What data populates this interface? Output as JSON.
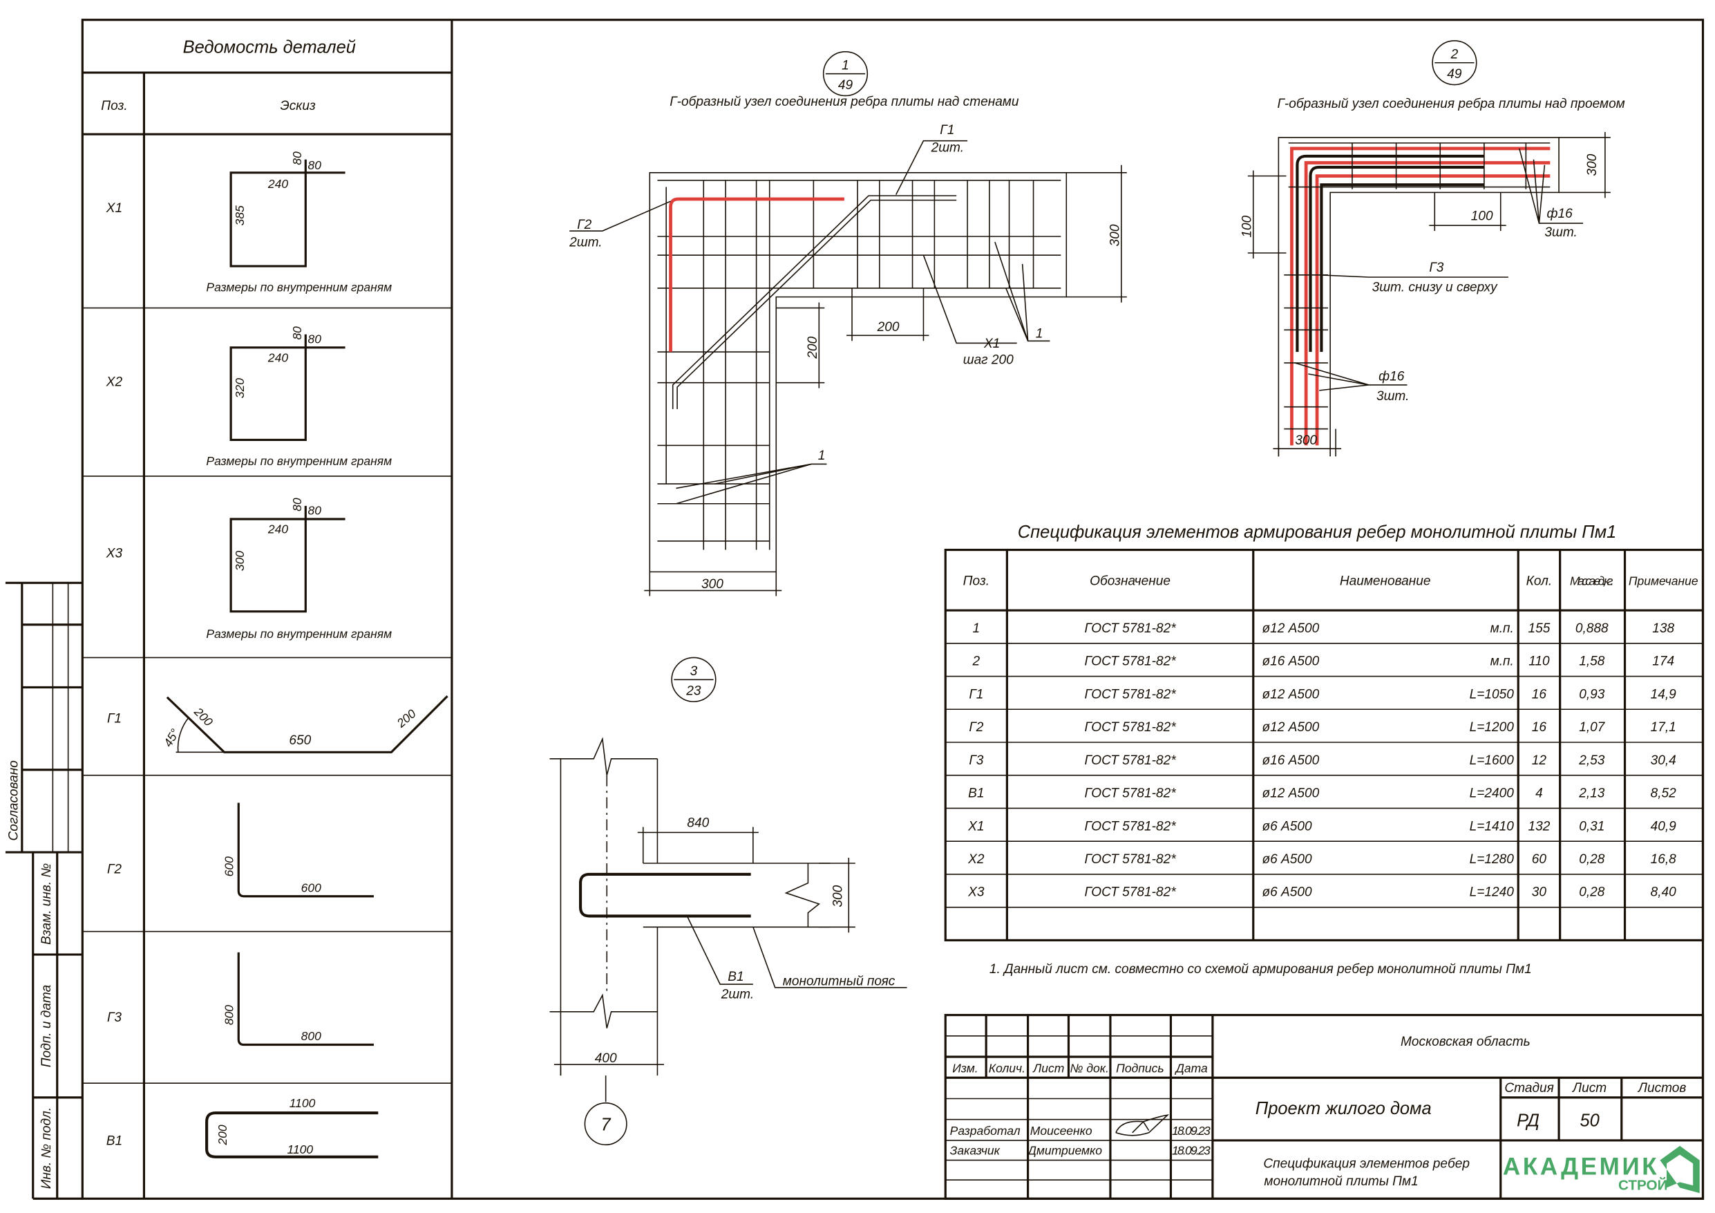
{
  "parts_list": {
    "title": "Ведомость деталей",
    "headers": [
      "Поз.",
      "Эскиз"
    ],
    "note": "Размеры по внутренним граням",
    "rows": [
      {
        "pos": "Х1",
        "dims": [
          "80",
          "80",
          "240",
          "385"
        ]
      },
      {
        "pos": "Х2",
        "dims": [
          "80",
          "80",
          "240",
          "320"
        ]
      },
      {
        "pos": "Х3",
        "dims": [
          "80",
          "80",
          "240",
          "300"
        ]
      },
      {
        "pos": "Г1",
        "dims": [
          "200",
          "650",
          "200",
          "45°"
        ]
      },
      {
        "pos": "Г2",
        "dims": [
          "600",
          "600"
        ]
      },
      {
        "pos": "Г3",
        "dims": [
          "800",
          "800"
        ]
      },
      {
        "pos": "В1",
        "dims": [
          "1100",
          "200",
          "1100"
        ]
      }
    ]
  },
  "side_stamp": {
    "agreed": "Согласовано",
    "replace": "Взам. инв. №",
    "sign_date": "Подп. и дата",
    "inv": "Инв. № подл."
  },
  "node1": {
    "num": "1",
    "sheet": "49",
    "title": "Г-образный узел соединения ребра плиты над стенами",
    "labels": {
      "g1": "Г1",
      "g1_qty": "2шт.",
      "g2": "Г2",
      "g2_qty": "2шт.",
      "x1": "Х1",
      "x1_step": "шаг 200",
      "one_a": "1",
      "one_b": "1"
    },
    "dims": {
      "right": "300",
      "inner_h": "200",
      "inner_v": "200",
      "bottom": "300"
    }
  },
  "node2": {
    "num": "2",
    "sheet": "49",
    "title": "Г-образный узел соединения ребра плиты над проемом",
    "labels": {
      "d16a": "ф16",
      "qa": "3шт.",
      "g3": "Г3",
      "g3_note": "3шт. снизу и сверху",
      "d16b": "ф16",
      "qb": "3шт."
    },
    "dims": {
      "right": "300",
      "inner": "100",
      "left": "100",
      "bottom": "300"
    }
  },
  "node3": {
    "num": "3",
    "sheet": "23",
    "labels": {
      "b1": "В1",
      "b1_qty": "2шт.",
      "belt": "монолитный пояс",
      "axis": "7"
    },
    "dims": {
      "top": "840",
      "right": "300",
      "bottom": "400"
    }
  },
  "spec": {
    "title": "Спецификация элементов армирования ребер монолитной плиты Пм1",
    "headers": [
      "Поз.",
      "Обозначение",
      "Наименование",
      "Кол.",
      "Масса ед.,кг.",
      "Примечание"
    ],
    "rows": [
      {
        "pos": "1",
        "doc": "ГОСТ 5781-82*",
        "name": "ø12 А500",
        "len": "м.п.",
        "qty": "155",
        "mass": "0,888",
        "note": "138"
      },
      {
        "pos": "2",
        "doc": "ГОСТ 5781-82*",
        "name": "ø16 А500",
        "len": "м.п.",
        "qty": "110",
        "mass": "1,58",
        "note": "174"
      },
      {
        "pos": "Г1",
        "doc": "ГОСТ 5781-82*",
        "name": "ø12 А500",
        "len": "L=1050",
        "qty": "16",
        "mass": "0,93",
        "note": "14,9"
      },
      {
        "pos": "Г2",
        "doc": "ГОСТ 5781-82*",
        "name": "ø12 А500",
        "len": "L=1200",
        "qty": "16",
        "mass": "1,07",
        "note": "17,1"
      },
      {
        "pos": "Г3",
        "doc": "ГОСТ 5781-82*",
        "name": "ø16 А500",
        "len": "L=1600",
        "qty": "12",
        "mass": "2,53",
        "note": "30,4"
      },
      {
        "pos": "В1",
        "doc": "ГОСТ 5781-82*",
        "name": "ø12 А500",
        "len": "L=2400",
        "qty": "4",
        "mass": "2,13",
        "note": "8,52"
      },
      {
        "pos": "Х1",
        "doc": "ГОСТ 5781-82*",
        "name": "ø6 А500",
        "len": "L=1410",
        "qty": "132",
        "mass": "0,31",
        "note": "40,9"
      },
      {
        "pos": "Х2",
        "doc": "ГОСТ 5781-82*",
        "name": "ø6 А500",
        "len": "L=1280",
        "qty": "60",
        "mass": "0,28",
        "note": "16,8"
      },
      {
        "pos": "Х3",
        "doc": "ГОСТ 5781-82*",
        "name": "ø6 А500",
        "len": "L=1240",
        "qty": "30",
        "mass": "0,28",
        "note": "8,40"
      }
    ],
    "footnote": "1. Данный лист см. совместно со схемой армирования ребер монолитной плиты Пм1"
  },
  "title_block": {
    "headers": [
      "Изм.",
      "Колич.",
      "Лист",
      "№ док.",
      "Подпись",
      "Дата"
    ],
    "developed_role": "Разработал",
    "developed_name": "Моисеенко",
    "developed_date": "18.09.23",
    "client_role": "Заказчик",
    "client_name": "Дмитриемко",
    "client_date": "18.09.23",
    "region": "Московская область",
    "project": "Проект жилого дома",
    "stage_label": "Стадия",
    "sheet_label": "Лист",
    "sheets_label": "Листов",
    "stage": "РД",
    "sheet": "50",
    "drawing_name_1": "Спецификация элементов ребер",
    "drawing_name_2": "монолитной плиты Пм1",
    "logo_main": "АКАДЕМИК",
    "logo_sub": "СТРОЙ",
    "logo_color": "#4aa866"
  }
}
